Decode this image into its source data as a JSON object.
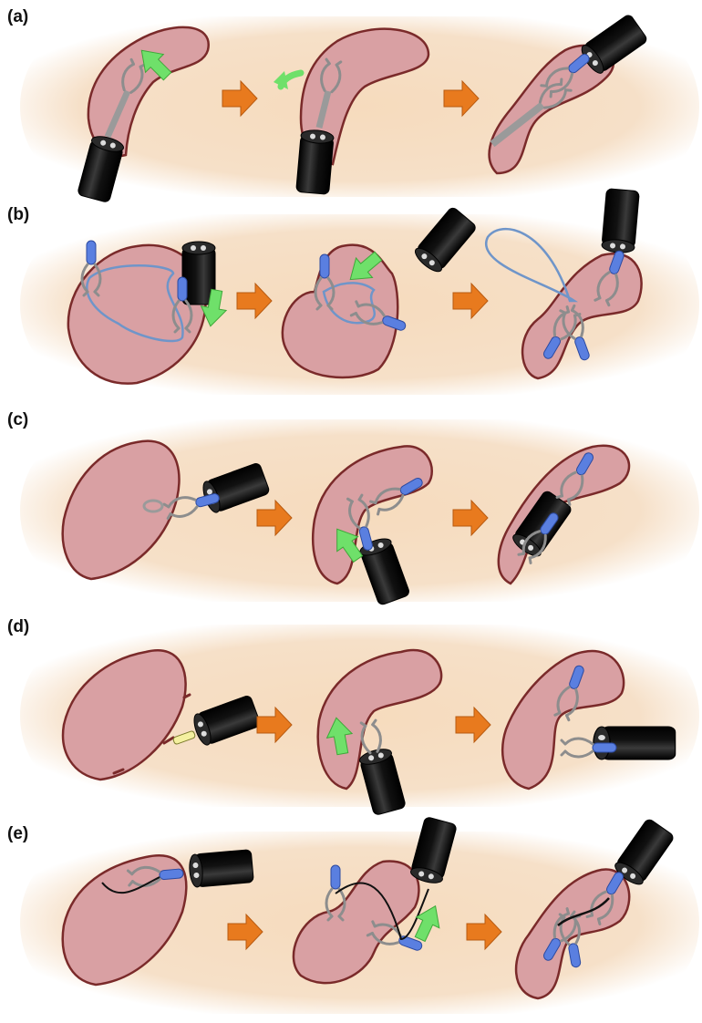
{
  "panels": [
    {
      "label": "(a)"
    },
    {
      "label": "(b)"
    },
    {
      "label": "(c)"
    },
    {
      "label": "(d)"
    },
    {
      "label": "(e)"
    }
  ],
  "colors": {
    "background_band": "#f5dcc0",
    "tissue_fill": "#d9a0a3",
    "tissue_edge": "#7a2a2a",
    "process_arrow": "#e87a1e",
    "motion_arrow": "#6fe06a",
    "scope": "#111111",
    "clip_metal": "#9a9a9a",
    "clip_sheath": "#5a7fe0",
    "loop": "#6f95c9",
    "suture": "#111111"
  }
}
